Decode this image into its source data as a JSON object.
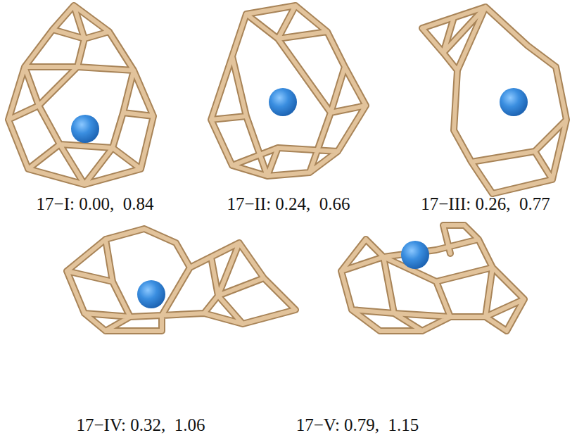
{
  "diagram": {
    "labels": [
      "17−I: 0.00,  0.84",
      "17−II: 0.24,  0.66",
      "17−III: 0.26,  0.77",
      "17−IV: 0.32,  1.06",
      "17−V: 0.79,  1.15"
    ]
  }
}
